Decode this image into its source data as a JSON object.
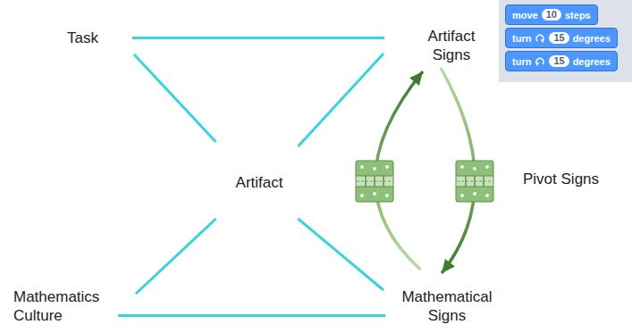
{
  "diagram": {
    "nodes": [
      {
        "text": [
          "Task"
        ]
      },
      {
        "text": [
          "Artifact Signs"
        ]
      },
      {
        "text": [
          "move",
          "10",
          "steps"
        ]
      },
      {
        "text": [
          "turn",
          "15",
          "degrees"
        ]
      },
      {
        "text": [
          "turn",
          "15",
          "degrees"
        ]
      },
      {
        "text": [
          "Artifact"
        ]
      },
      {
        "text": [
          "Mathematics Culture"
        ]
      },
      {
        "text": [
          "Mathematical Signs"
        ]
      }
    ],
    "edges": [
      {
        "from": 0,
        "to": 1,
        "arrow": "none"
      },
      {
        "from": 0,
        "to": 5,
        "arrow": "none"
      },
      {
        "from": 1,
        "to": 5,
        "arrow": "none"
      },
      {
        "from": 5,
        "to": 6,
        "arrow": "none"
      },
      {
        "from": 5,
        "to": 7,
        "arrow": "none"
      },
      {
        "from": 6,
        "to": 7,
        "arrow": "none"
      },
      {
        "from": 7,
        "to": 1,
        "arrow": "to"
      },
      {
        "from": 1,
        "to": 7,
        "arrow": "to"
      }
    ],
    "labels": [
      "Pivot Signs"
    ]
  }
}
